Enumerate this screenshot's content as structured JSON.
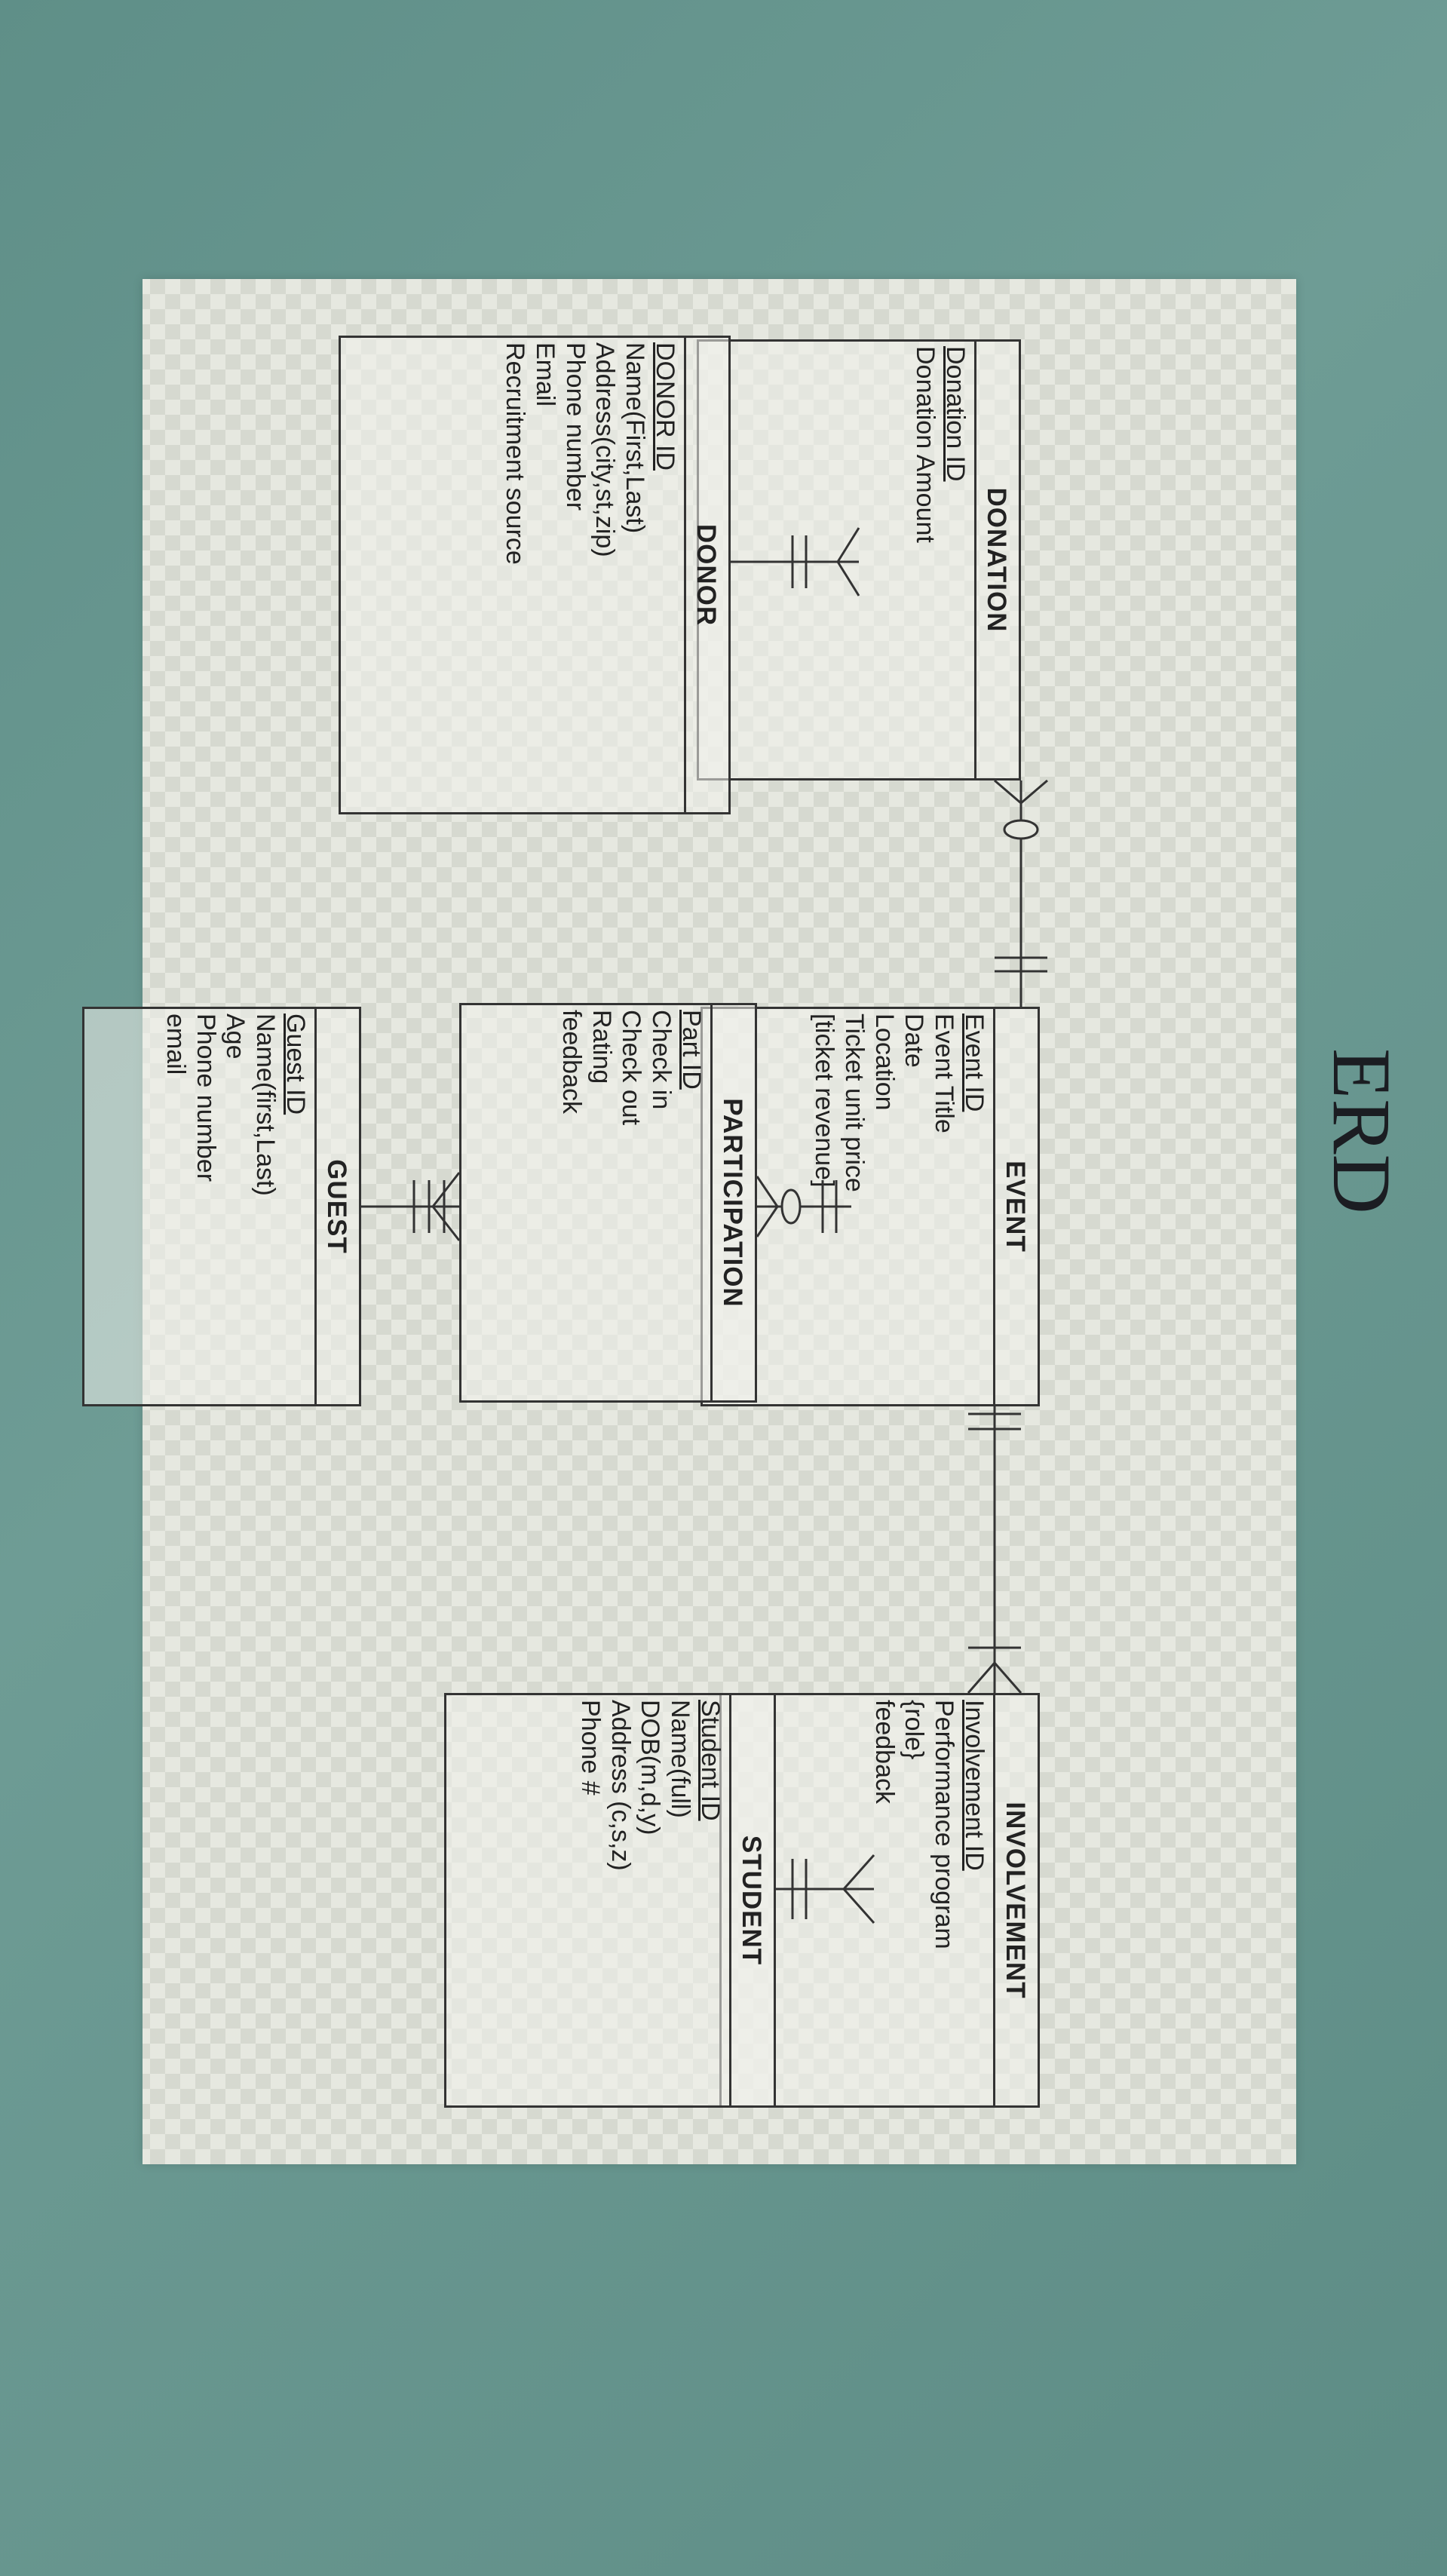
{
  "title": "ERD",
  "entities": {
    "donation": {
      "name": "DONATION",
      "attributes": [
        {
          "text": "Donation ID",
          "pk": true
        },
        {
          "text": "Donation Amount",
          "pk": false
        }
      ]
    },
    "donor": {
      "name": "DONOR",
      "attributes": [
        {
          "text": "DONOR ID",
          "pk": true
        },
        {
          "text": "Name(First,Last)",
          "pk": false
        },
        {
          "text": "Address(city,st,zip)",
          "pk": false
        },
        {
          "text": "Phone number",
          "pk": false
        },
        {
          "text": "Email",
          "pk": false
        },
        {
          "text": "Recruitment source",
          "pk": false
        }
      ]
    },
    "event": {
      "name": "EVENT",
      "attributes": [
        {
          "text": "Event ID",
          "pk": true
        },
        {
          "text": "Event Title",
          "pk": false
        },
        {
          "text": "Date",
          "pk": false
        },
        {
          "text": "Location",
          "pk": false
        },
        {
          "text": "Ticket unit price",
          "pk": false
        },
        {
          "text": "[ticket revenue]",
          "pk": false
        }
      ]
    },
    "participation": {
      "name": "PARTICIPATION",
      "attributes": [
        {
          "text": "Part ID",
          "pk": true
        },
        {
          "text": "Check in",
          "pk": false
        },
        {
          "text": "Check out",
          "pk": false
        },
        {
          "text": "Rating",
          "pk": false
        },
        {
          "text": "feedback",
          "pk": false
        }
      ]
    },
    "guest": {
      "name": "GUEST",
      "attributes": [
        {
          "text": "Guest ID",
          "pk": true
        },
        {
          "text": "Name(first,Last)",
          "pk": false
        },
        {
          "text": "Age",
          "pk": false
        },
        {
          "text": "Phone number",
          "pk": false
        },
        {
          "text": "email",
          "pk": false
        }
      ]
    },
    "involvement": {
      "name": "INVOLVEMENT",
      "attributes": [
        {
          "text": "Involvement ID",
          "pk": true
        },
        {
          "text": "Performance program",
          "pk": false
        },
        {
          "text": "{role}",
          "pk": false
        },
        {
          "text": "feedback",
          "pk": false
        }
      ]
    },
    "student": {
      "name": "STUDENT",
      "attributes": [
        {
          "text": "Student ID",
          "pk": true
        },
        {
          "text": "Name(full)",
          "pk": false
        },
        {
          "text": "DOB(m,d,y)",
          "pk": false
        },
        {
          "text": "Address (c,s,z)",
          "pk": false
        },
        {
          "text": "Phone #",
          "pk": false
        }
      ]
    }
  },
  "relationships": [
    {
      "from": "donor",
      "to": "donation",
      "from_end": "one-and-only-one",
      "to_end": "one-or-many"
    },
    {
      "from": "donation",
      "to": "event",
      "from_end": "zero-or-many",
      "to_end": "one-and-only-one"
    },
    {
      "from": "event",
      "to": "participation",
      "from_end": "one-and-only-one",
      "to_end": "zero-or-many"
    },
    {
      "from": "guest",
      "to": "participation",
      "from_end": "one-and-only-one",
      "to_end": "one-or-many"
    },
    {
      "from": "event",
      "to": "involvement",
      "from_end": "one-and-only-one",
      "to_end": "one-or-many"
    },
    {
      "from": "student",
      "to": "involvement",
      "from_end": "one-and-only-one",
      "to_end": "one-or-many"
    }
  ],
  "colors": {
    "ink": "#333333",
    "paper": "#e6e8e0",
    "background": "#5f8f88"
  }
}
